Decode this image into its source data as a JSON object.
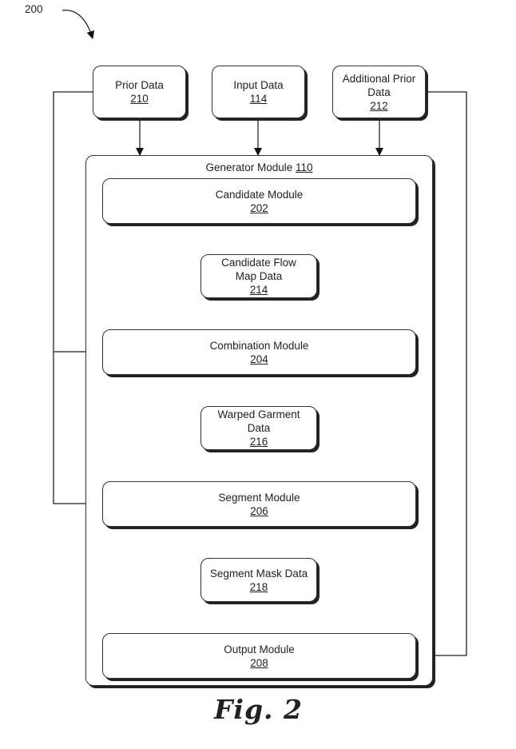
{
  "figure_ref": "200",
  "figure_caption": "Fig. 2",
  "inputs": {
    "prior_data": {
      "label": "Prior Data",
      "num": "210"
    },
    "input_data": {
      "label": "Input Data",
      "num": "114"
    },
    "additional_prior_data": {
      "label_line1": "Additional Prior",
      "label_line2": "Data",
      "num": "212"
    }
  },
  "generator": {
    "label": "Generator Module",
    "num": "110"
  },
  "modules": {
    "candidate": {
      "label": "Candidate Module",
      "num": "202"
    },
    "combination": {
      "label": "Combination Module",
      "num": "204"
    },
    "segment": {
      "label": "Segment Module",
      "num": "206"
    },
    "output": {
      "label": "Output Module",
      "num": "208"
    }
  },
  "data_items": {
    "candidate_flow": {
      "line1": "Candidate Flow",
      "line2": "Map Data",
      "num": "214"
    },
    "warped_garment": {
      "line1": "Warped Garment",
      "line2": "Data",
      "num": "216"
    },
    "segment_mask": {
      "line1": "Segment Mask Data",
      "num": "218"
    }
  }
}
